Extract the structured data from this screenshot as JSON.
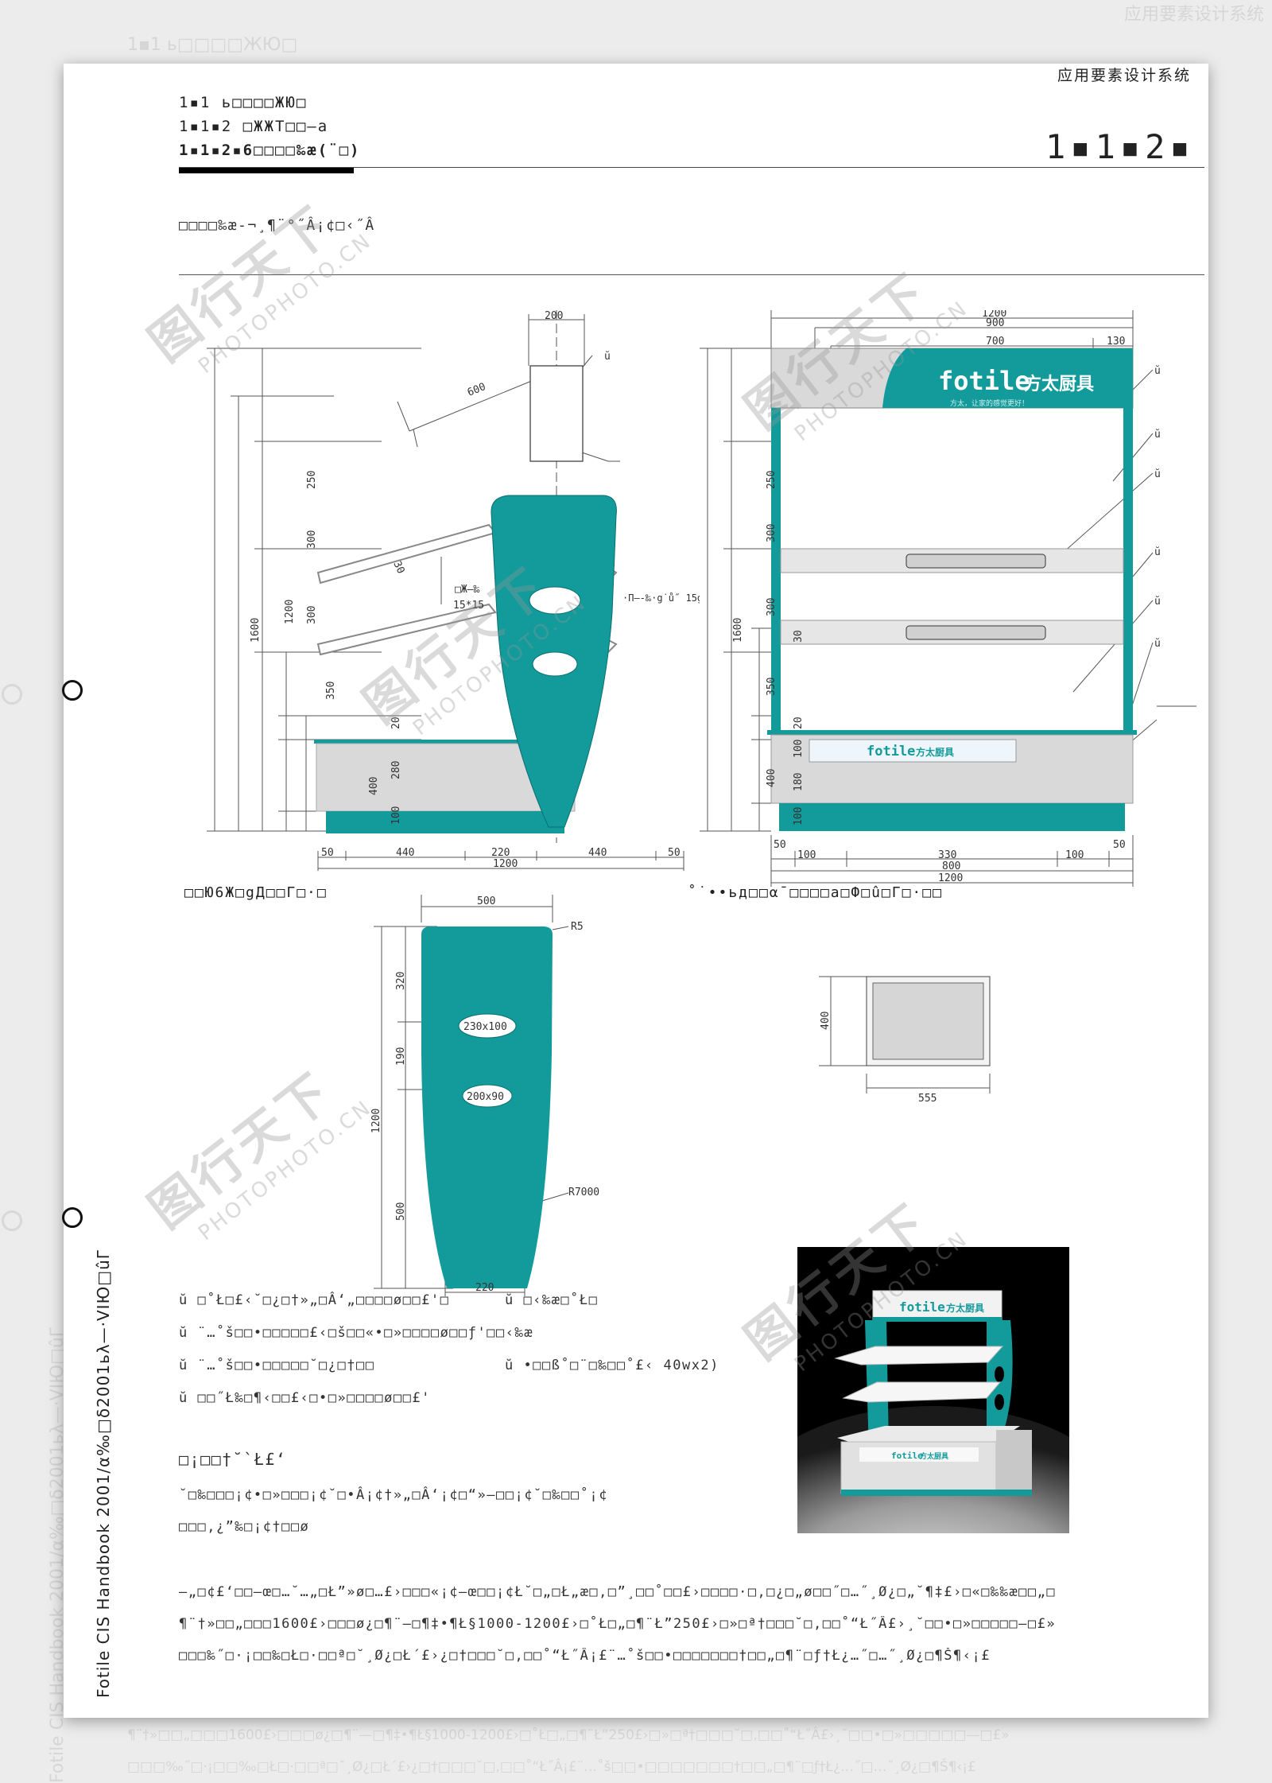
{
  "header": {
    "system_title": "应用要素设计系统",
    "line1": "1▪1  ь□□□□ЖЮ□",
    "line2": "1▪1▪2  □ЖЖТ□□—a",
    "line3": "1▪1▪2▪6□□□□‰æ(¨□)",
    "page_number": "1▪1▪2▪",
    "subtitle": "□□□□‰æ-¬¸¶¨°˝Â¡¢□‹˝Â"
  },
  "ghost": {
    "top_right": "应用要素设计系统",
    "top_left": "1▪1  ь□□□□ЖЮ□",
    "side_text": "Fotile CIS Handbook 2001/α‰□δ2001ьλ—·VIЮ□ûΓ",
    "bottom_line1": "¶¨†»□□„□□□1600£›□□□ø¿□¶¨—□¶‡•¶Ł§1000-1200£›□˚Ł□„□¶¨Ł”250£›□»□ª†□□□˘□,□□˚“Ł˝Â£›¸˘□□•□»□□□□□—□£»",
    "bottom_line2": "□□□‰˝□·¡□□‰□Ł□·□□ª□˘¸Ø¿□Ł´£›¿□†□□□˘□,□□˚“Ł˝Â¡£¨…˚š□□•□□□□□□□†□□„□¶¨□ƒ†Ł¿…˝□…˝¸Ø¿□¶Š¶‹¡£"
  },
  "side_label": "Fotile CIS Handbook 2001/α‰□δ2001ьλ—·VIЮ□ûΓ",
  "front_view": {
    "dims": [
      "200",
      "600",
      "30",
      "250",
      "300",
      "300",
      "350",
      "1200",
      "1600",
      "20",
      "280",
      "100",
      "400",
      "50",
      "440",
      "220",
      "440",
      "50",
      "1200"
    ],
    "callout_a": "□Ж—‰",
    "callout_b": "15*15",
    "marker": "ŭ",
    "arrow_note": "·П—-‰·g˙ů˝ 15g□"
  },
  "side_view": {
    "dims_top": [
      "1200",
      "900",
      "700",
      "130"
    ],
    "dims_left": [
      "250",
      "300",
      "300",
      "1600",
      "30",
      "350",
      "20",
      "100",
      "180",
      "400",
      "100"
    ],
    "dims_bottom": [
      "50",
      "100",
      "330",
      "100",
      "50",
      "800",
      "1200"
    ],
    "markers": [
      "ŭ",
      "ŭ",
      "ŭ",
      "ŭ",
      "ŭ",
      "ŭ"
    ],
    "brand": {
      "en": "fotile",
      "cn": "方太厨具",
      "tagline": "方太，让家的感觉更好！"
    }
  },
  "panel_caption": "□□Ю6Ж□gД□□Г□·□",
  "panel_view": {
    "dims": [
      "500",
      "R5",
      "320",
      "190",
      "1200",
      "500",
      "R7000",
      "220"
    ],
    "holes": [
      "230x100",
      "200x90"
    ]
  },
  "box_caption": "˚˙••ьд□□α¯□□□□a□Ф□û□Г□·□□",
  "box_view": {
    "dims": [
      "400",
      "555"
    ]
  },
  "notes": {
    "n1a": "ŭ  □˚Ł□£‹˘□¿□†»„□Â‘„□□□□ø□□£'□",
    "n1b": "ŭ  □‹‰æ□˚Ł□",
    "n2": "ŭ  ¨…˚š□□•□□□□□£‹□š□□«•□»□□□□ø□□ƒ'□□‹‰æ",
    "n3a": "ŭ  ¨…˚š□□•□□□□□˘□¿□†□□",
    "n3b": "ŭ  •□□ß˚□¨□‰□□˚£‹ 40wx2)",
    "n4": "ŭ  □□˝Ł‰□¶‹□□£‹□•□»□□□□ø□□£'"
  },
  "material": {
    "title": "□¡□□†˘`Ł£‘",
    "line1": "˘□‰□□□¡¢•□»□□□¡¢˘□•Â¡¢†»„□Â‘¡¢□“»—□□¡¢˘□‰□□˚¡¢",
    "line2": "□□□,¿”‰□¡¢†□□ø"
  },
  "bottom_para": {
    "l1": "—„□¢£‘□□—œ□…˘…„□Ł”»ø□…£›□□□«¡¢—œ□□¡¢Ł˘□„□Ł„æ□,□”¸□□˚□□£›□□□□·□,□¿□„ø□□˝□…˝¸Ø¿□„˘¶‡£›□«□‰‰æ□□„□",
    "l2": "¶¨†»□□„□□□1600£›□□□ø¿□¶¨—□¶‡•¶Ł§1000-1200£›□˚Ł□„□¶¨Ł”250£›□»□ª†□□□˘□,□□˚“Ł˝Â£›¸˘□□•□»□□□□□—□£»",
    "l3": "□□□‰˝□·¡□□‰□Ł□·□□ª□˘¸Ø¿□Ł´£›¿□†□□□˘□,□□˚“Ł˝Â¡£¨…˚š□□•□□□□□□□†□□„□¶¨□ƒ†Ł¿…˝□…˝¸Ø¿□¶Š¶‹¡£"
  },
  "colors": {
    "teal": "#139b9c",
    "gray": "#d4d4d4",
    "line": "#555555"
  }
}
